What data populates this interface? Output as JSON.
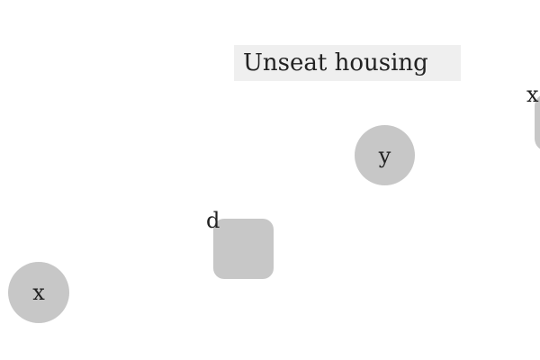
{
  "instruction": {
    "text": "Unseat housing"
  },
  "shapes": {
    "circle_y": {
      "label": "y",
      "kind": "circle",
      "fill": "#c7c7c7"
    },
    "circle_x_bottom_left": {
      "label": "x",
      "kind": "circle",
      "fill": "#c7c7c7"
    },
    "square_d": {
      "label": "d",
      "kind": "rounded-square",
      "fill": "#c7c7c7"
    },
    "partial_shape_right": {
      "label": "x",
      "kind": "rounded-shape",
      "fill": "#c7c7c7"
    }
  },
  "colors": {
    "background": "#ffffff",
    "banner": "#efefef",
    "shape_fill": "#c7c7c7",
    "text": "#222222"
  }
}
